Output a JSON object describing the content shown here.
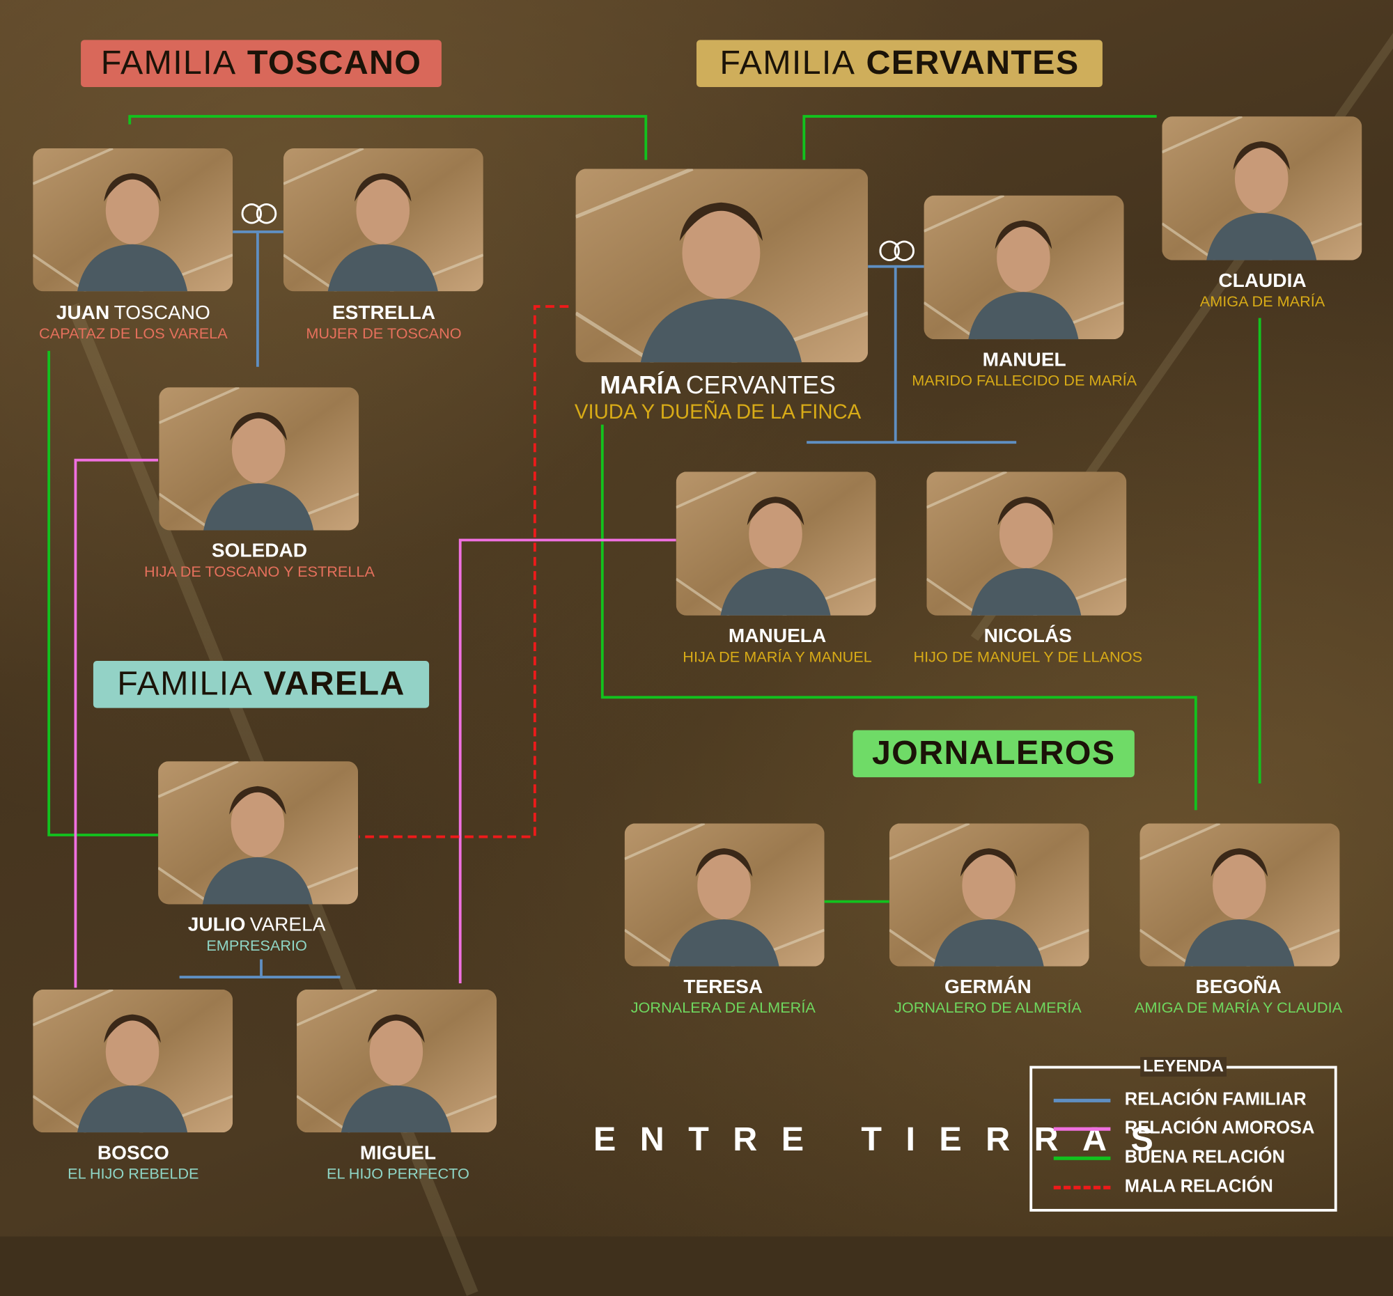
{
  "show_title": "ENTRE TIERRAS",
  "colors": {
    "toscano": "#d9685a",
    "cervantes": "#cfae5b",
    "varela": "#93d2c6",
    "jornaleros": "#6fdb67",
    "toscano_sub": "#e5705c",
    "cervantes_sub": "#d8ab17",
    "varela_sub": "#8fd6c6",
    "jornaleros_sub": "#6fd85f",
    "familiar": "#5f8fc2",
    "amorosa": "#f070e0",
    "buena": "#12c21e",
    "mala": "#ee1a1a"
  },
  "families": {
    "toscano": {
      "prefix": "FAMILIA",
      "name": "TOSCANO"
    },
    "cervantes": {
      "prefix": "FAMILIA",
      "name": "CERVANTES"
    },
    "varela": {
      "prefix": "FAMILIA",
      "name": "VARELA"
    },
    "jornaleros": {
      "prefix": "",
      "name": "JORNALEROS"
    }
  },
  "characters": [
    {
      "id": "juan",
      "first": "JUAN",
      "last": "TOSCANO",
      "subtitle": "CAPATAZ DE LOS VARELA",
      "family": "toscano"
    },
    {
      "id": "estrella",
      "first": "ESTRELLA",
      "last": "",
      "subtitle": "MUJER DE TOSCANO",
      "family": "toscano"
    },
    {
      "id": "soledad",
      "first": "SOLEDAD",
      "last": "",
      "subtitle": "HIJA DE TOSCANO Y ESTRELLA",
      "family": "toscano"
    },
    {
      "id": "maria",
      "first": "MARÍA",
      "last": "CERVANTES",
      "subtitle": "VIUDA Y DUEÑA DE LA FINCA",
      "family": "cervantes"
    },
    {
      "id": "manuel",
      "first": "MANUEL",
      "last": "",
      "subtitle": "MARIDO FALLECIDO DE MARÍA",
      "family": "cervantes"
    },
    {
      "id": "claudia",
      "first": "CLAUDIA",
      "last": "",
      "subtitle": "AMIGA DE MARÍA",
      "family": "cervantes"
    },
    {
      "id": "manuela",
      "first": "MANUELA",
      "last": "",
      "subtitle": "HIJA DE MARÍA Y MANUEL",
      "family": "cervantes"
    },
    {
      "id": "nicolas",
      "first": "NICOLÁS",
      "last": "",
      "subtitle": "HIJO DE MANUEL Y DE LLANOS",
      "family": "cervantes"
    },
    {
      "id": "julio",
      "first": "JULIO",
      "last": "VARELA",
      "subtitle": "EMPRESARIO",
      "family": "varela"
    },
    {
      "id": "bosco",
      "first": "BOSCO",
      "last": "",
      "subtitle": "EL HIJO REBELDE",
      "family": "varela"
    },
    {
      "id": "miguel",
      "first": "MIGUEL",
      "last": "",
      "subtitle": "EL HIJO PERFECTO",
      "family": "varela"
    },
    {
      "id": "teresa",
      "first": "TERESA",
      "last": "",
      "subtitle": "JORNALERA DE ALMERÍA",
      "family": "jornaleros"
    },
    {
      "id": "german",
      "first": "GERMÁN",
      "last": "",
      "subtitle": "JORNALERO DE ALMERÍA",
      "family": "jornaleros"
    },
    {
      "id": "begona",
      "first": "BEGOÑA",
      "last": "",
      "subtitle": "AMIGA DE MARÍA Y CLAUDIA",
      "family": "jornaleros"
    }
  ],
  "legend": {
    "title": "LEYENDA",
    "items": [
      {
        "label": "RELACIÓN FAMILIAR",
        "type": "familiar",
        "style": "solid"
      },
      {
        "label": "RELACIÓN AMOROSA",
        "type": "amorosa",
        "style": "solid"
      },
      {
        "label": "BUENA RELACIÓN",
        "type": "buena",
        "style": "solid"
      },
      {
        "label": "MALA RELACIÓN",
        "type": "mala",
        "style": "dashed"
      }
    ]
  },
  "relations": [
    {
      "from": "juan",
      "to": "estrella",
      "type": "familiar",
      "marriage": true
    },
    {
      "from": "juan",
      "to": "soledad",
      "type": "familiar"
    },
    {
      "from": "maria",
      "to": "manuel",
      "type": "familiar",
      "marriage": true
    },
    {
      "from": "maria",
      "to": "manuela",
      "type": "familiar"
    },
    {
      "from": "manuel",
      "to": "nicolas",
      "type": "familiar"
    },
    {
      "from": "julio",
      "to": "bosco",
      "type": "familiar"
    },
    {
      "from": "julio",
      "to": "miguel",
      "type": "familiar"
    },
    {
      "from": "soledad",
      "to": "bosco",
      "type": "amorosa"
    },
    {
      "from": "manuela",
      "to": "miguel",
      "type": "amorosa"
    },
    {
      "from": "juan",
      "to": "maria",
      "type": "buena"
    },
    {
      "from": "maria",
      "to": "claudia",
      "type": "buena"
    },
    {
      "from": "juan",
      "to": "julio",
      "type": "buena"
    },
    {
      "from": "maria",
      "to": "begona",
      "type": "buena"
    },
    {
      "from": "claudia",
      "to": "begona",
      "type": "buena"
    },
    {
      "from": "teresa",
      "to": "german",
      "type": "buena"
    },
    {
      "from": "maria",
      "to": "julio",
      "type": "mala"
    }
  ]
}
